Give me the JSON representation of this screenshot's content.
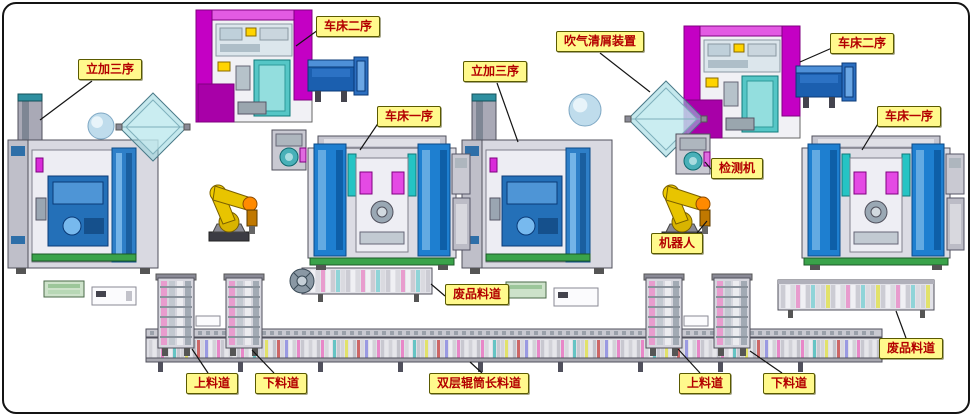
{
  "diagram": {
    "kind": "factory-machining-line-layout",
    "cells": 2
  },
  "labels": [
    {
      "name": "vmc-seq3-left",
      "text": "立加三序"
    },
    {
      "name": "lathe-seq2-left",
      "text": "车床二序"
    },
    {
      "name": "lathe-seq1-left",
      "text": "车床一序"
    },
    {
      "name": "air-blow-cleaner",
      "text": "吹气清屑装置"
    },
    {
      "name": "vmc-seq3-right",
      "text": "立加三序"
    },
    {
      "name": "lathe-seq2-right",
      "text": "车床二序"
    },
    {
      "name": "lathe-seq1-right",
      "text": "车床一序"
    },
    {
      "name": "inspection-machine",
      "text": "检测机"
    },
    {
      "name": "robot",
      "text": "机器人"
    },
    {
      "name": "scrap-chute-mid",
      "text": "废品料道"
    },
    {
      "name": "scrap-chute-right",
      "text": "废品料道"
    },
    {
      "name": "load-chute-left",
      "text": "上料道"
    },
    {
      "name": "unload-chute-left",
      "text": "下料道"
    },
    {
      "name": "double-roller-long-chute",
      "text": "双层辊筒长料道"
    },
    {
      "name": "load-chute-right",
      "text": "上料道"
    },
    {
      "name": "unload-chute-right",
      "text": "下料道"
    }
  ],
  "colors": {
    "label_bg": "#FFF98C",
    "label_border": "#5a5a00",
    "label_text": "#B30000",
    "machine_magenta": "#C400C4",
    "machine_blue": "#1E7FD0",
    "glass_teal": "#55C6C6",
    "robot_yellow": "#E8C400",
    "steel_gray": "#D9D9E1",
    "base_green": "#3AA34A"
  }
}
